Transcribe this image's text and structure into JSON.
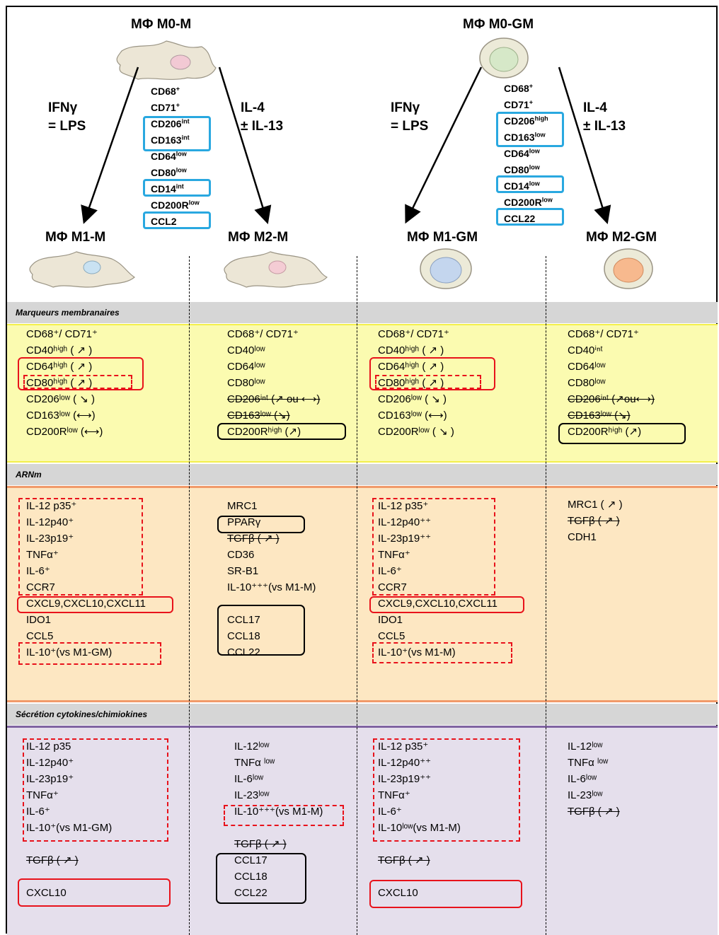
{
  "header": {
    "m0m": "MΦ M0-M",
    "m0gm": "MΦ M0-GM",
    "m1m": "MΦ M1-M",
    "m2m": "MΦ M2-M",
    "m1gm": "MΦ M1-GM",
    "m2gm": "MΦ M2-GM",
    "ifng_l": [
      "IFNγ",
      "= LPS"
    ],
    "il4_l": [
      "IL-4",
      "± IL-13"
    ],
    "ifng_r": [
      "IFNγ",
      "= LPS"
    ],
    "il4_r": [
      "IL-4",
      "± IL-13"
    ]
  },
  "m0_markers_m": [
    {
      "base": "CD68",
      "sup": "+"
    },
    {
      "base": "CD71",
      "sup": "+"
    },
    {
      "base": "CD206",
      "sup": "int"
    },
    {
      "base": "CD163",
      "sup": "int"
    },
    {
      "base": "CD64",
      "sup": "low"
    },
    {
      "base": "CD80",
      "sup": "low"
    },
    {
      "base": "CD14",
      "sup": "int"
    },
    {
      "base": "CD200R",
      "sup": "low"
    },
    {
      "base": "CCL2",
      "sup": ""
    }
  ],
  "m0_markers_gm": [
    {
      "base": "CD68",
      "sup": "+"
    },
    {
      "base": "CD71",
      "sup": "+"
    },
    {
      "base": "CD206",
      "sup": "high"
    },
    {
      "base": "CD163",
      "sup": "low"
    },
    {
      "base": "CD64",
      "sup": "low"
    },
    {
      "base": "CD80",
      "sup": "low"
    },
    {
      "base": "CD14",
      "sup": "low"
    },
    {
      "base": "CD200R",
      "sup": "low"
    },
    {
      "base": "CCL22",
      "sup": ""
    }
  ],
  "sections": {
    "membrane": "Marqueurs membranaires",
    "arnm": "ARNm",
    "secretion": "Sécrétion cytokines/chimiokines"
  },
  "membrane": {
    "m1m": [
      "CD68⁺/ CD71⁺",
      "CD40ʰⁱᵍʰ ( ↗ )",
      "CD64ʰⁱᵍʰ ( ↗ )",
      "CD80ʰⁱᵍʰ ( ↗ )",
      "CD206ˡᵒʷ ( ↘ )",
      "CD163ˡᵒʷ (⟷)",
      "CD200Rˡᵒʷ (⟷)"
    ],
    "m2m": [
      "CD68⁺/ CD71⁺",
      "CD40ˡᵒʷ",
      "CD64ˡᵒʷ",
      "CD80ˡᵒʷ",
      "CD206ⁱⁿᵗ (↗ ou ⟷)",
      "CD163ˡᵒʷ (↘)",
      "CD200Rʰⁱᵍʰ (↗)"
    ],
    "m1gm": [
      "CD68⁺/ CD71⁺",
      "CD40ʰⁱᵍʰ ( ↗ )",
      "CD64ʰⁱᵍʰ ( ↗ )",
      "CD80ʰⁱᵍʰ ( ↗ )",
      "CD206ˡᵒʷ ( ↘ )",
      "CD163ˡᵒʷ (⟷)",
      "CD200Rˡᵒʷ ( ↘ )"
    ],
    "m2gm": [
      "CD68⁺/ CD71⁺",
      "CD40ⁱⁿᵗ",
      "CD64ˡᵒʷ",
      "CD80ˡᵒʷ",
      "CD206ⁱⁿᵗ (↗ou⟷)",
      "CD163ˡᵒʷ (↘)",
      "CD200Rʰⁱᵍʰ (↗)"
    ]
  },
  "arnm": {
    "m1m": [
      "IL-12 p35⁺",
      "IL-12p40⁺",
      "IL-23p19⁺",
      "TNFα⁺",
      "IL-6⁺",
      "CCR7",
      "CXCL9,CXCL10,CXCL11",
      "IDO1",
      "CCL5",
      "IL-10⁺(vs M1-GM)"
    ],
    "m2m": [
      "MRC1",
      "PPARγ",
      "TGFβ ( ↗ )",
      "CD36",
      "SR-B1",
      "IL-10⁺⁺⁺(vs M1-M)",
      "",
      "CCL17",
      "CCL18",
      "CCL22"
    ],
    "m1gm": [
      "IL-12 p35⁺",
      "IL-12p40⁺⁺",
      "IL-23p19⁺⁺",
      "TNFα⁺",
      "IL-6⁺",
      "CCR7",
      "CXCL9,CXCL10,CXCL11",
      "IDO1",
      "CCL5",
      "IL-10⁺(vs M1-M)"
    ],
    "m2gm": [
      "MRC1 ( ↗ )",
      "TGFβ ( ↗ )",
      "CDH1"
    ]
  },
  "secretion": {
    "m1m": [
      "IL-12 p35",
      "IL-12p40⁺",
      "IL-23p19⁺",
      "TNFα⁺",
      "IL-6⁺",
      "IL-10⁺(vs M1-GM)",
      "",
      "TGFβ ( ↗ )",
      "",
      "CXCL10"
    ],
    "m2m": [
      "IL-12ˡᵒʷ",
      "TNFα ˡᵒʷ",
      "IL-6ˡᵒʷ",
      "IL-23ˡᵒʷ",
      "IL-10⁺⁺⁺(vs M1-M)",
      "",
      "TGFβ ( ↗ )",
      "CCL17",
      "CCL18",
      "CCL22"
    ],
    "m1gm": [
      "IL-12 p35⁺",
      "IL-12p40⁺⁺",
      "IL-23p19⁺⁺",
      "TNFα⁺",
      "IL-6⁺",
      "IL-10ˡᵒʷ(vs M1-M)",
      "",
      "TGFβ ( ↗ )",
      "",
      "CXCL10"
    ],
    "m2gm": [
      "IL-12ˡᵒʷ",
      "TNFα ˡᵒʷ",
      "IL-6ˡᵒʷ",
      "IL-23ˡᵒʷ",
      "TGFβ ( ↗ )"
    ]
  },
  "colors": {
    "blue_box": "#29a8e0",
    "red_box": "#e8121b",
    "membrane_band": "#fbfbb0",
    "arnm_band": "#fde7c2",
    "secretion_band": "#e5dfec",
    "section_header": "#d6d6d6"
  }
}
